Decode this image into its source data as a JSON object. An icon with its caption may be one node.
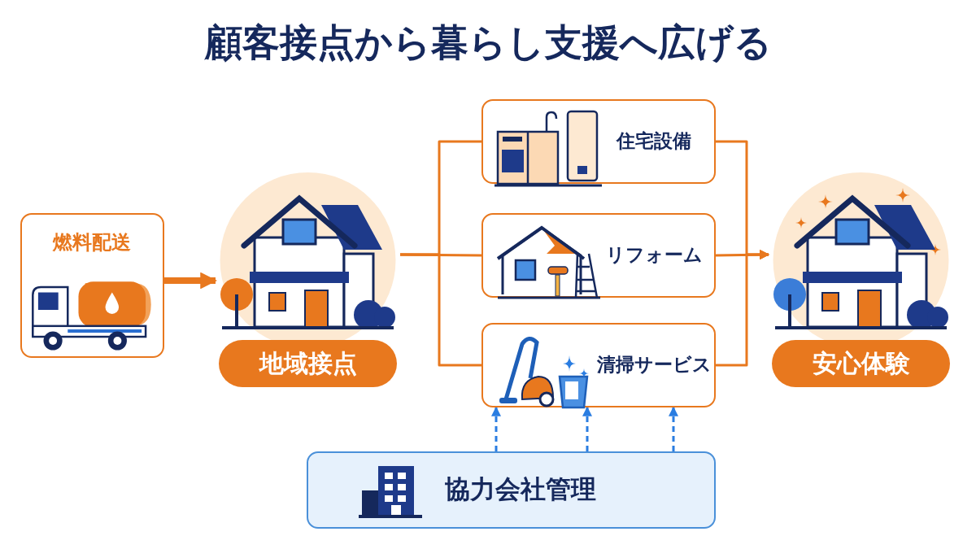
{
  "diagram": {
    "title": "顧客接点から暮らし支援へ広げる",
    "nodes": [
      {
        "text": [
          "燃料配送"
        ]
      },
      {
        "text": [
          "地域接点"
        ]
      },
      {
        "text": [
          "住宅設備"
        ]
      },
      {
        "text": [
          "リフォーム"
        ]
      },
      {
        "text": [
          "清掃サービス"
        ]
      },
      {
        "text": [
          "安心体験"
        ]
      },
      {
        "text": [
          "協力会社管理"
        ]
      }
    ],
    "edges": [
      {
        "from": 0,
        "to": 1,
        "arrow": "to",
        "style": "thick"
      },
      {
        "from": 1,
        "to": 2,
        "arrow": "none"
      },
      {
        "from": 1,
        "to": 3,
        "arrow": "none"
      },
      {
        "from": 1,
        "to": 4,
        "arrow": "none"
      },
      {
        "from": 2,
        "to": 5,
        "arrow": "to"
      },
      {
        "from": 3,
        "to": 5,
        "arrow": "to"
      },
      {
        "from": 4,
        "to": 5,
        "arrow": "to"
      },
      {
        "from": 6,
        "to": 4,
        "arrow": "to",
        "style": "dashed",
        "color": "#2a7de1"
      },
      {
        "from": 6,
        "to": 4,
        "arrow": "to",
        "style": "dashed",
        "color": "#2a7de1"
      },
      {
        "from": 6,
        "to": 4,
        "arrow": "to",
        "style": "dashed",
        "color": "#2a7de1"
      }
    ]
  }
}
